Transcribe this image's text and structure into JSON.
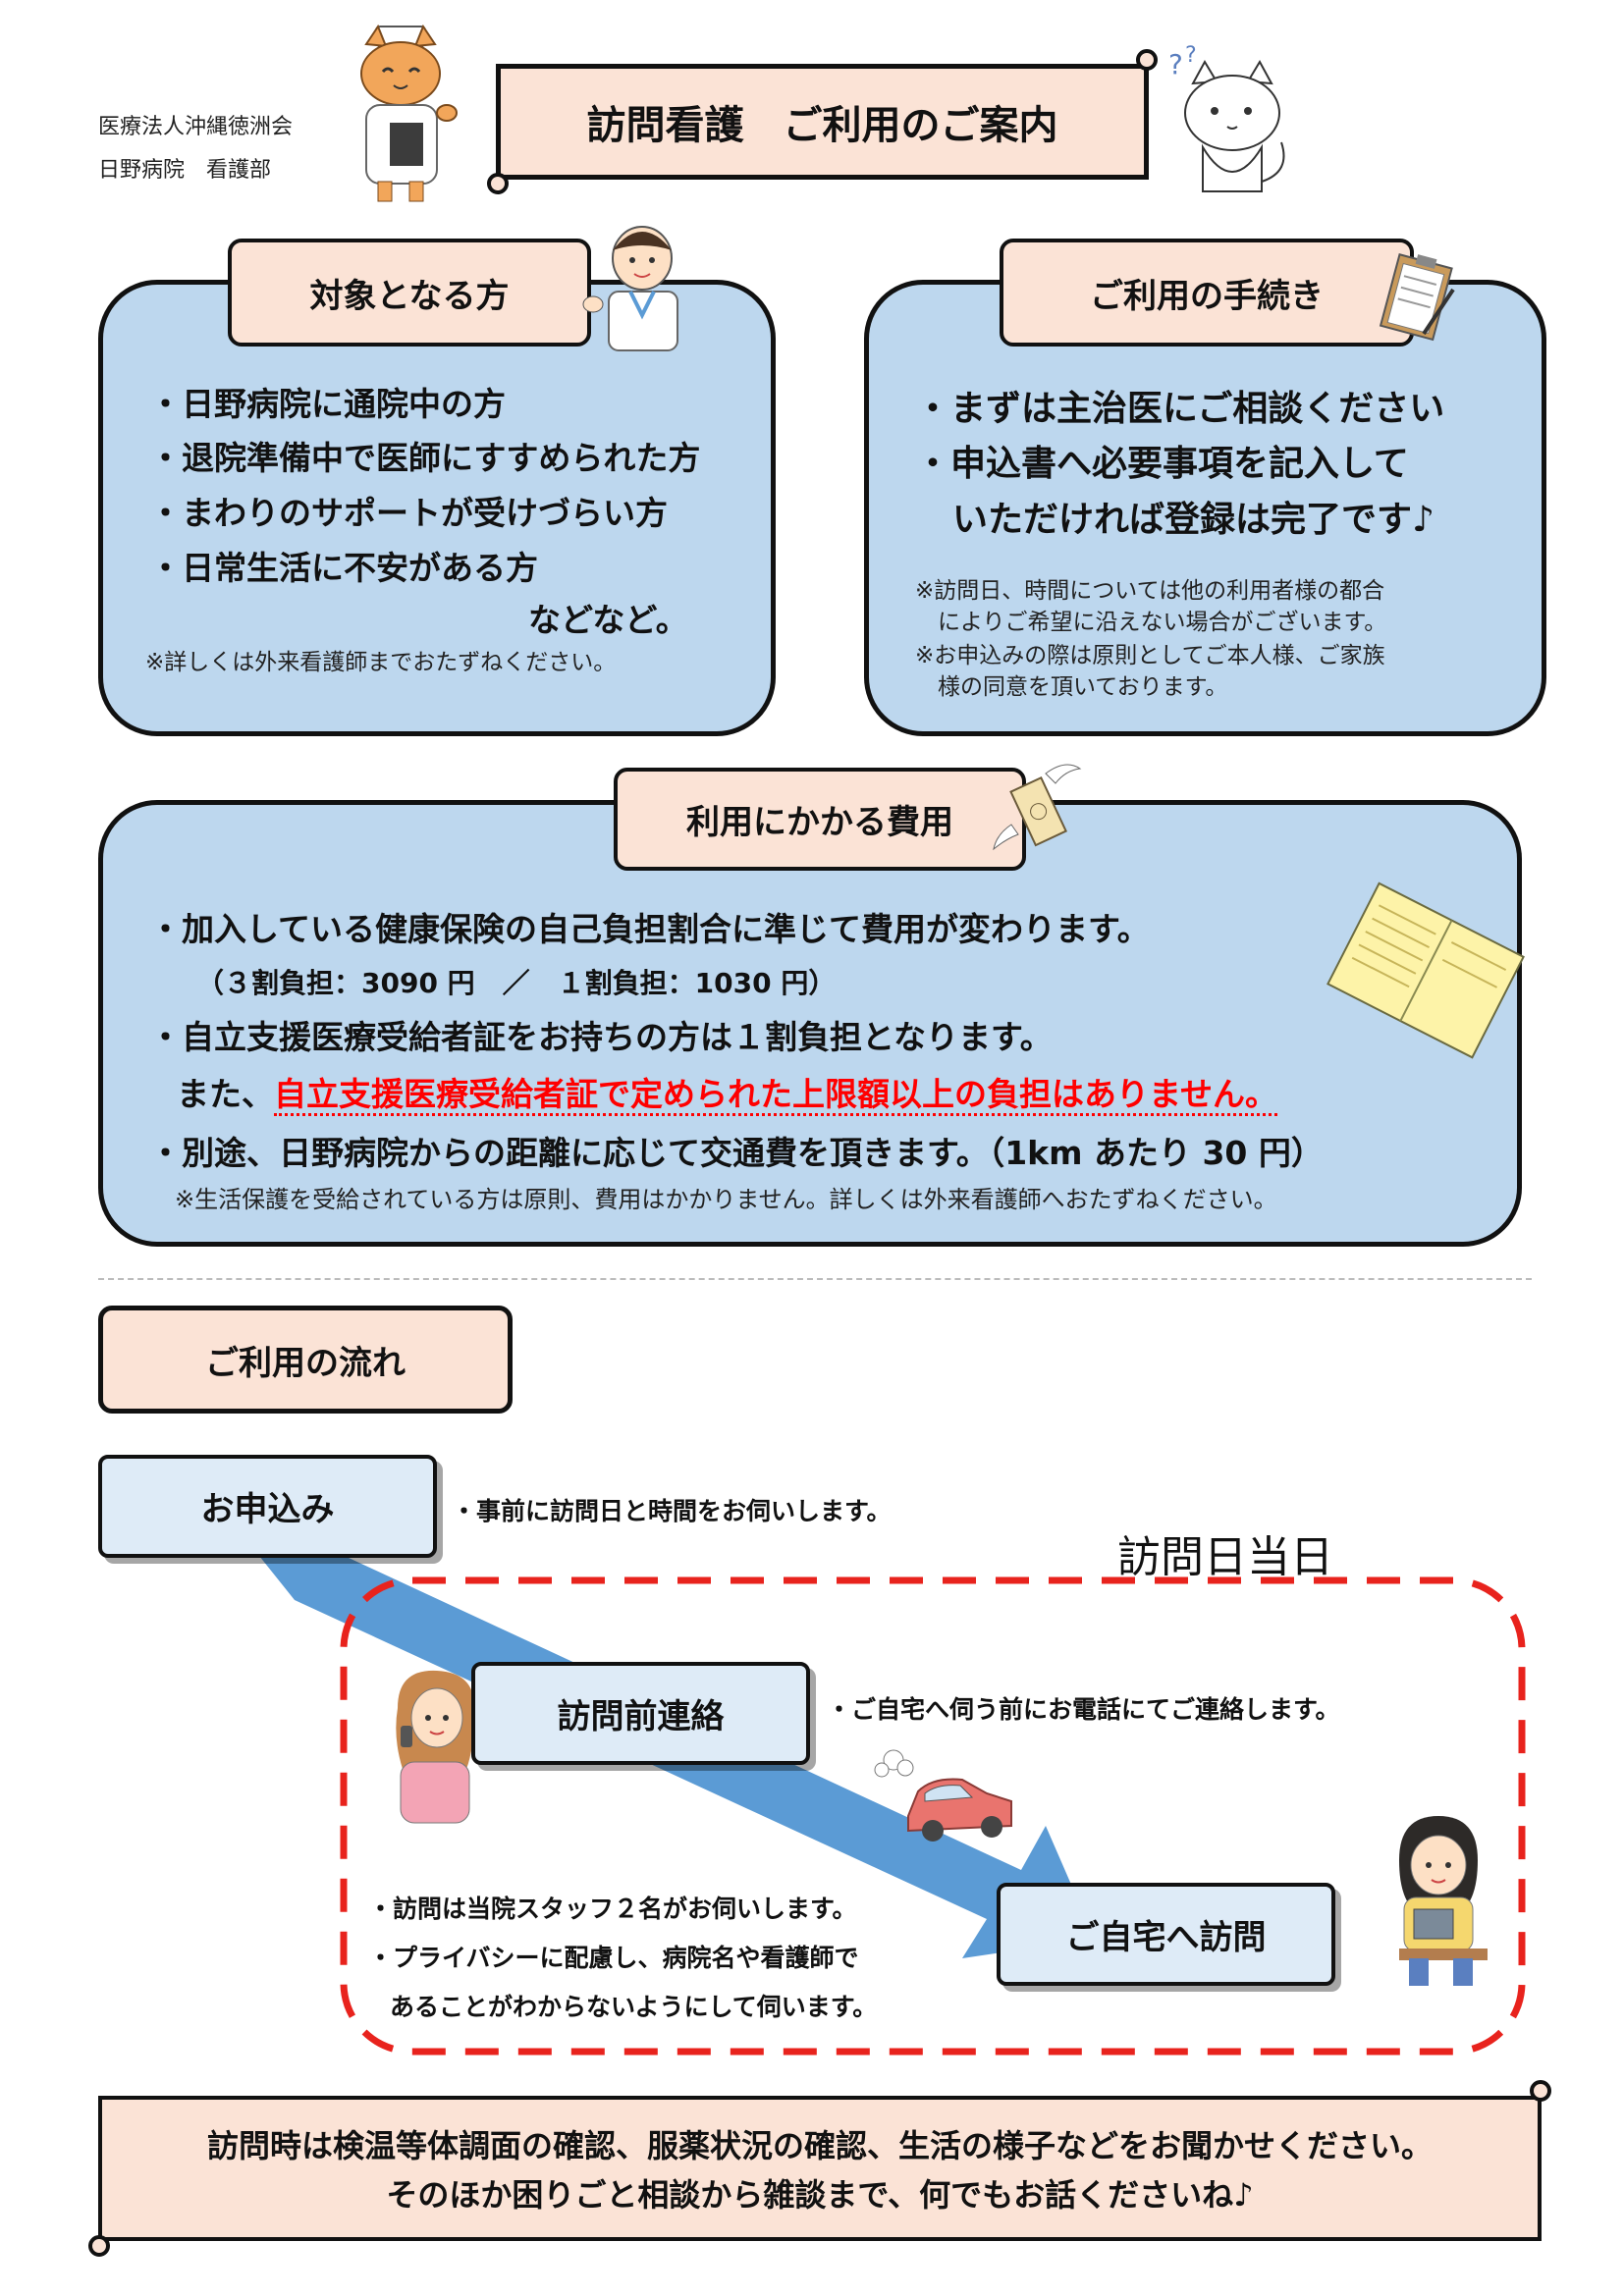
{
  "header": {
    "org_line1": "医療法人沖縄徳洲会",
    "org_line2": "日野病院　看護部",
    "title": "訪問看護　ご利用のご案内"
  },
  "target": {
    "heading": "対象となる方",
    "items": [
      "・日野病院に通院中の方",
      "・退院準備中で医師にすすめられた方",
      "・まわりのサポートが受けづらい方",
      "・日常生活に不安がある方"
    ],
    "etc": "などなど。",
    "note": "※詳しくは外来看護師までおたずねください。"
  },
  "procedure": {
    "heading": "ご利用の手続き",
    "lines": [
      "・まずは主治医にご相談ください",
      "・申込書へ必要事項を記入して",
      "いただければ登録は完了です♪"
    ],
    "notes": [
      "※訪問日、時間については他の利用者様の都合",
      "によりご希望に沿えない場合がございます。",
      "※お申込みの際は原則としてご本人様、ご家族",
      "様の同意を頂いております。"
    ]
  },
  "cost": {
    "heading": "利用にかかる費用",
    "line1": "・加入している健康保険の自己負担割合に準じて費用が変わります。",
    "line2": "（３割負担：3090 円　／　１割負担：1030 円）",
    "line3": "・自立支援医療受給者証をお持ちの方は１割負担となります。",
    "line4_prefix": "また、",
    "line4_highlight": "自立支援医療受給者証で定められた上限額以上の負担はありません。",
    "line5": "・別途、日野病院からの距離に応じて交通費を頂きます。（1km あたり 30 円）",
    "note": "※生活保護を受給されている方は原則、費用はかかりません。詳しくは外来看護師へおたずねください。",
    "highlight_color": "#ff0000"
  },
  "flow": {
    "heading": "ご利用の流れ",
    "step1": "お申込み",
    "step1_note": "・事前に訪問日と時間をお伺いします。",
    "visit_day_label": "訪問日当日",
    "step2": "訪問前連絡",
    "step2_note": "・ご自宅へ伺う前にお電話にてご連絡します。",
    "step3": "ご自宅へ訪問",
    "visit_notes": [
      "・訪問は当院スタッフ２名がお伺いします。",
      "・プライバシーに配慮し、病院名や看護師で",
      "あることがわからないようにして伺います。"
    ],
    "dash_color": "#e8231d",
    "arrow_color": "#5b9bd5"
  },
  "footer": {
    "line1": "訪問時は検温等体調面の確認、服薬状況の確認、生活の様子などをお聞かせください。",
    "line2": "そのほか困りごと相談から雑談まで、何でもお話くださいね♪"
  }
}
